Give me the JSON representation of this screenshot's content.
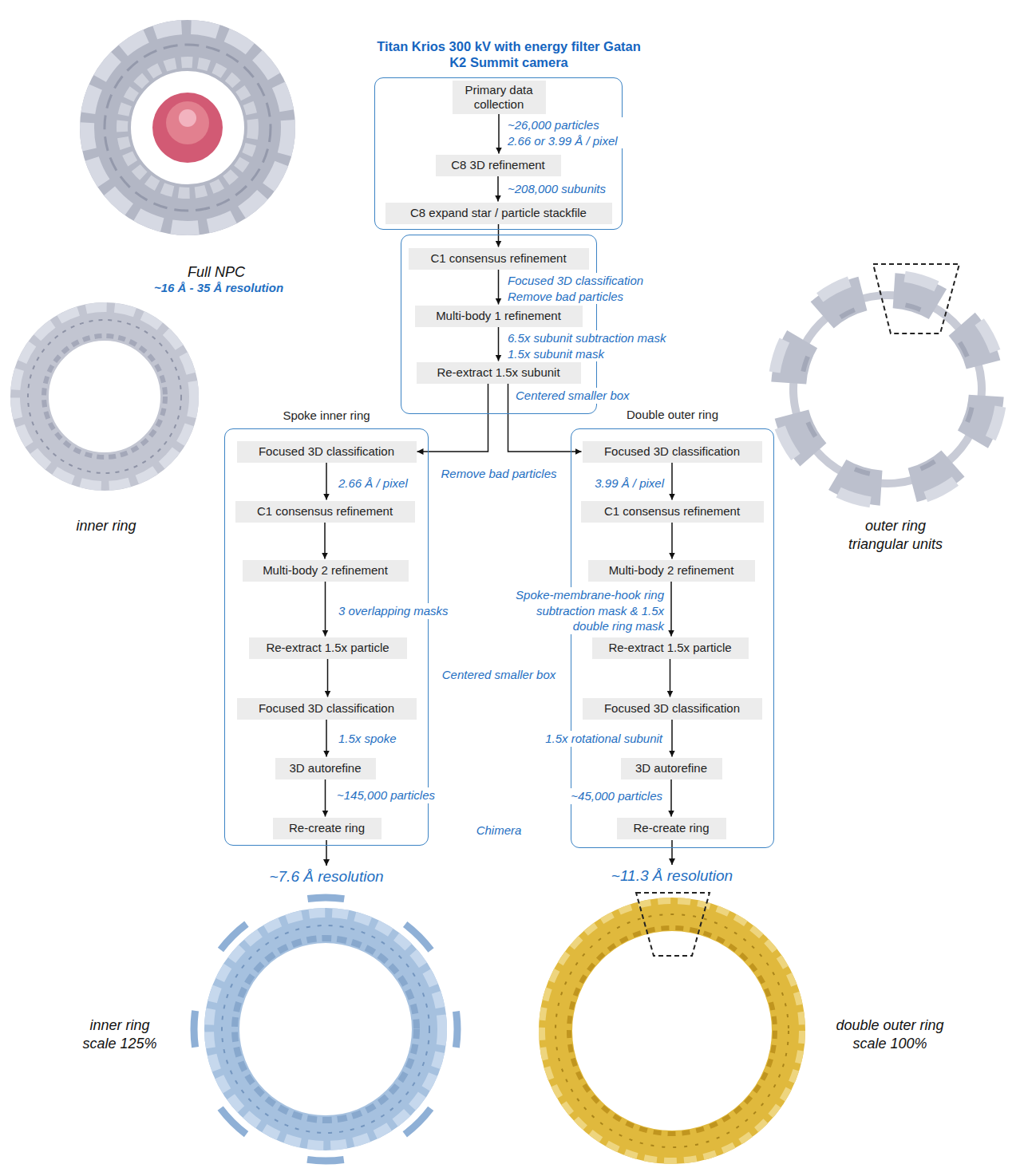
{
  "diagram": {
    "nodes": [
      {
        "text": [
          "Titan Krios 300 kV with energy filter Gatan K2 Summit camera"
        ]
      },
      {
        "text": [
          "Primary data collection"
        ],
        "in": 0
      },
      {
        "text": [
          "C8 3D refinement"
        ],
        "in": 0
      },
      {
        "text": [
          "C8 expand star / particle stackfile"
        ],
        "in": 0
      },
      {
        "text": []
      },
      {
        "text": [
          "C1 consensus refinement"
        ],
        "in": 4
      },
      {
        "text": [
          "Multi-body 1 refinement"
        ],
        "in": 4
      },
      {
        "text": [
          "Re-extract 1.5x subunit"
        ],
        "in": 4
      },
      {
        "text": [
          "Spoke inner ring"
        ]
      },
      {
        "text": [
          "Focused 3D classification"
        ],
        "in": 8
      },
      {
        "text": [
          "C1 consensus refinement"
        ],
        "in": 8
      },
      {
        "text": [
          "Multi-body 2 refinement"
        ],
        "in": 8
      },
      {
        "text": [
          "Re-extract 1.5x particle"
        ],
        "in": 8
      },
      {
        "text": [
          "Focused 3D classification"
        ],
        "in": 8
      },
      {
        "text": [
          "3D autorefine"
        ],
        "in": 8
      },
      {
        "text": [
          "Re-create ring"
        ],
        "in": 8
      },
      {
        "text": [
          "Double outer ring"
        ]
      },
      {
        "text": [
          "Focused 3D classification"
        ],
        "in": 16
      },
      {
        "text": [
          "C1 consensus refinement"
        ],
        "in": 16
      },
      {
        "text": [
          "Multi-body 2 refinement"
        ],
        "in": 16
      },
      {
        "text": [
          "Re-extract 1.5x particle"
        ],
        "in": 16
      },
      {
        "text": [
          "Focused 3D classification"
        ],
        "in": 16
      },
      {
        "text": [
          "3D autorefine"
        ],
        "in": 16
      },
      {
        "text": [
          "Re-create ring"
        ],
        "in": 16
      }
    ],
    "edges": [
      {
        "from": 1,
        "to": 2,
        "arrow": "to",
        "label": "~26,000 particles 2.66 or 3.99 Å / pixel"
      },
      {
        "from": 2,
        "to": 3,
        "arrow": "to",
        "label": "~208,000 subunits"
      },
      {
        "from": 3,
        "to": 5,
        "arrow": "to"
      },
      {
        "from": 5,
        "to": 6,
        "arrow": "to",
        "label": "Focused 3D classification Remove bad particles"
      },
      {
        "from": 6,
        "to": 7,
        "arrow": "to",
        "label": "6.5x subunit subtraction mask 1.5x subunit mask"
      },
      {
        "from": 7,
        "to": 9,
        "arrow": "to"
      },
      {
        "from": 7,
        "to": 17,
        "arrow": "to"
      },
      {
        "from": 9,
        "to": 10,
        "arrow": "to",
        "label": "2.66 Å / pixel"
      },
      {
        "from": 10,
        "to": 11,
        "arrow": "to"
      },
      {
        "from": 11,
        "to": 12,
        "arrow": "to",
        "label": "3 overlapping masks"
      },
      {
        "from": 12,
        "to": 13,
        "arrow": "to"
      },
      {
        "from": 13,
        "to": 14,
        "arrow": "to",
        "label": "1.5x spoke"
      },
      {
        "from": 14,
        "to": 15,
        "arrow": "to",
        "label": "~145,000 particles"
      },
      {
        "from": 17,
        "to": 18,
        "arrow": "to",
        "label": "3.99 Å / pixel"
      },
      {
        "from": 18,
        "to": 19,
        "arrow": "to"
      },
      {
        "from": 19,
        "to": 20,
        "arrow": "to",
        "label": "Spoke-membrane-hook ring subtraction mask & 1.5x double ring mask"
      },
      {
        "from": 20,
        "to": 21,
        "arrow": "to"
      },
      {
        "from": 21,
        "to": 22,
        "arrow": "to",
        "label": "1.5x rotational subunit"
      },
      {
        "from": 22,
        "to": 23,
        "arrow": "to",
        "label": "~45,000 particles"
      }
    ],
    "labels": [
      "Full NPC",
      "~16 Å - 35 Å resolution",
      "inner ring",
      "outer ring triangular units",
      "Centered smaller box",
      "Remove bad particles",
      "Centered smaller box",
      "Chimera",
      "~7.6 Å resolution",
      "~11.3 Å resolution",
      "inner ring scale 125%",
      "double outer ring scale 100%"
    ]
  }
}
